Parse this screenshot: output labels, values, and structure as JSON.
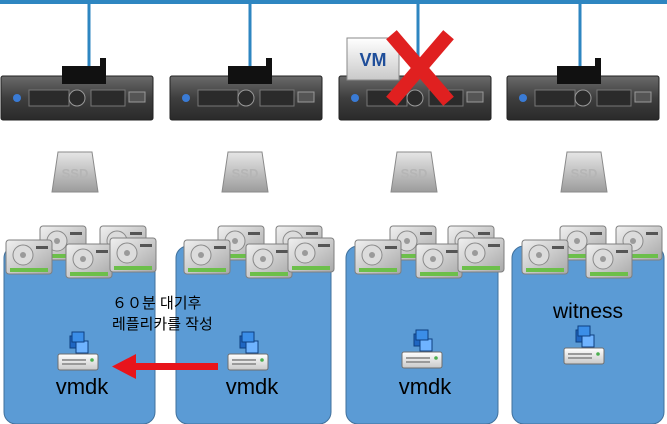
{
  "colors": {
    "network_line": "#2e86c1",
    "storage_panel": "#5b9bd5",
    "storage_panel_border": "#41719c",
    "server_body": "#4a4a4a",
    "arrow": "#e8141b",
    "failure_x": "#e02020"
  },
  "vm_badge": {
    "label": "VM"
  },
  "hosts": [
    {
      "id": "host-1",
      "vmdk_label": "vmdk",
      "role_label": "",
      "failed": false
    },
    {
      "id": "host-2",
      "vmdk_label": "vmdk",
      "role_label": "",
      "failed": false
    },
    {
      "id": "host-3",
      "vmdk_label": "vmdk",
      "role_label": "",
      "failed": true
    },
    {
      "id": "host-4",
      "vmdk_label": "",
      "role_label": "witness",
      "failed": false
    }
  ],
  "ssd_label": "SSD",
  "annotation": {
    "line1": "６０분 대기후",
    "line2": "레플리카를 작성"
  },
  "icons": {
    "server": "rack-server-icon",
    "ssd": "ssd-icon",
    "hdd": "hard-disk-icon",
    "vmdk": "vmdk-file-icon",
    "failure": "red-x-icon",
    "replication": "red-arrow-icon"
  }
}
